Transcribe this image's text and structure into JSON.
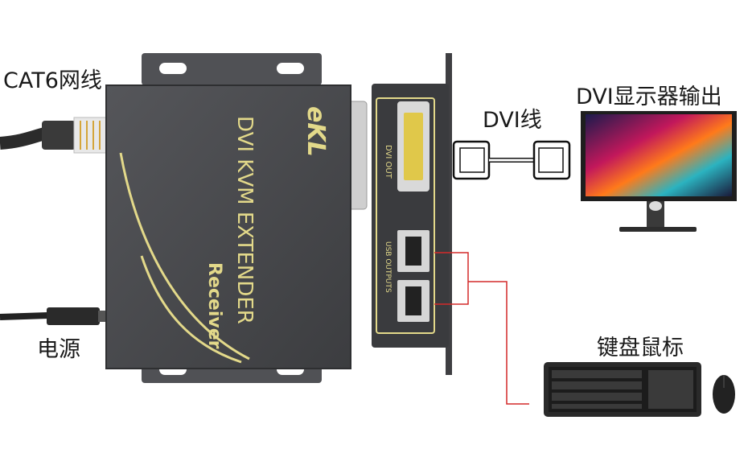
{
  "labels": {
    "cat6": "CAT6网线",
    "power": "电源",
    "dvi_cable": "DVI线",
    "dvi_monitor": "DVI显示器输出",
    "keyboard_mouse": "键盘鼠标"
  },
  "device": {
    "brand": "eKL",
    "product_line": "DVI KVM EXTENDER",
    "model": "Receiver",
    "port_dvi_out": "DVI OUT",
    "port_usb_outputs": "USB OUTPUTS"
  },
  "colors": {
    "device_body": "#4a4b4d",
    "accent_yellow": "#e3d98a",
    "connector_line": "#d42a2a"
  }
}
